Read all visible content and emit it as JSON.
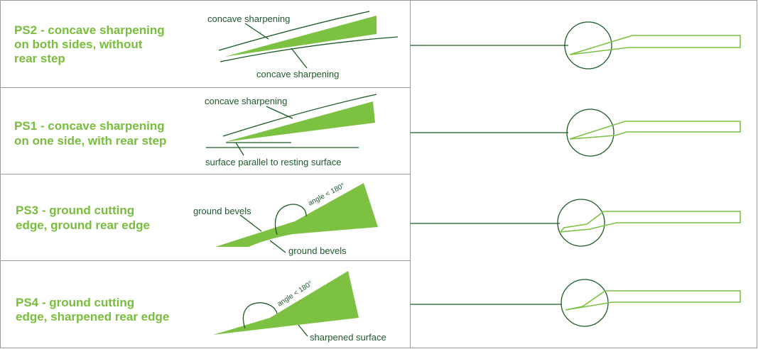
{
  "rows": [
    {
      "id": "PS2",
      "title_lines": [
        "PS2 - concave sharpening",
        "on both sides, without",
        "rear step"
      ],
      "labels": [
        "concave sharpening",
        "concave sharpening"
      ]
    },
    {
      "id": "PS1",
      "title_lines": [
        "PS1 -  concave sharpening",
        "on one side, with rear step"
      ],
      "labels": [
        "concave sharpening",
        "surface parallel to resting surface"
      ]
    },
    {
      "id": "PS3",
      "title_lines": [
        "PS3 - ground cutting",
        "edge, ground rear edge"
      ],
      "labels": [
        "ground bevels",
        "ground bevels"
      ],
      "angle_label": "angle < 180°"
    },
    {
      "id": "PS4",
      "title_lines": [
        "PS4 - ground cutting",
        "edge, sharpened rear edge"
      ],
      "labels": [
        "sharpened surface"
      ],
      "angle_label": "angle < 180°"
    }
  ],
  "colors": {
    "accent_green": "#7cc142",
    "title_green": "#79bd3c",
    "dark_green": "#1a5a26",
    "border_gray": "#9a9a9a"
  }
}
